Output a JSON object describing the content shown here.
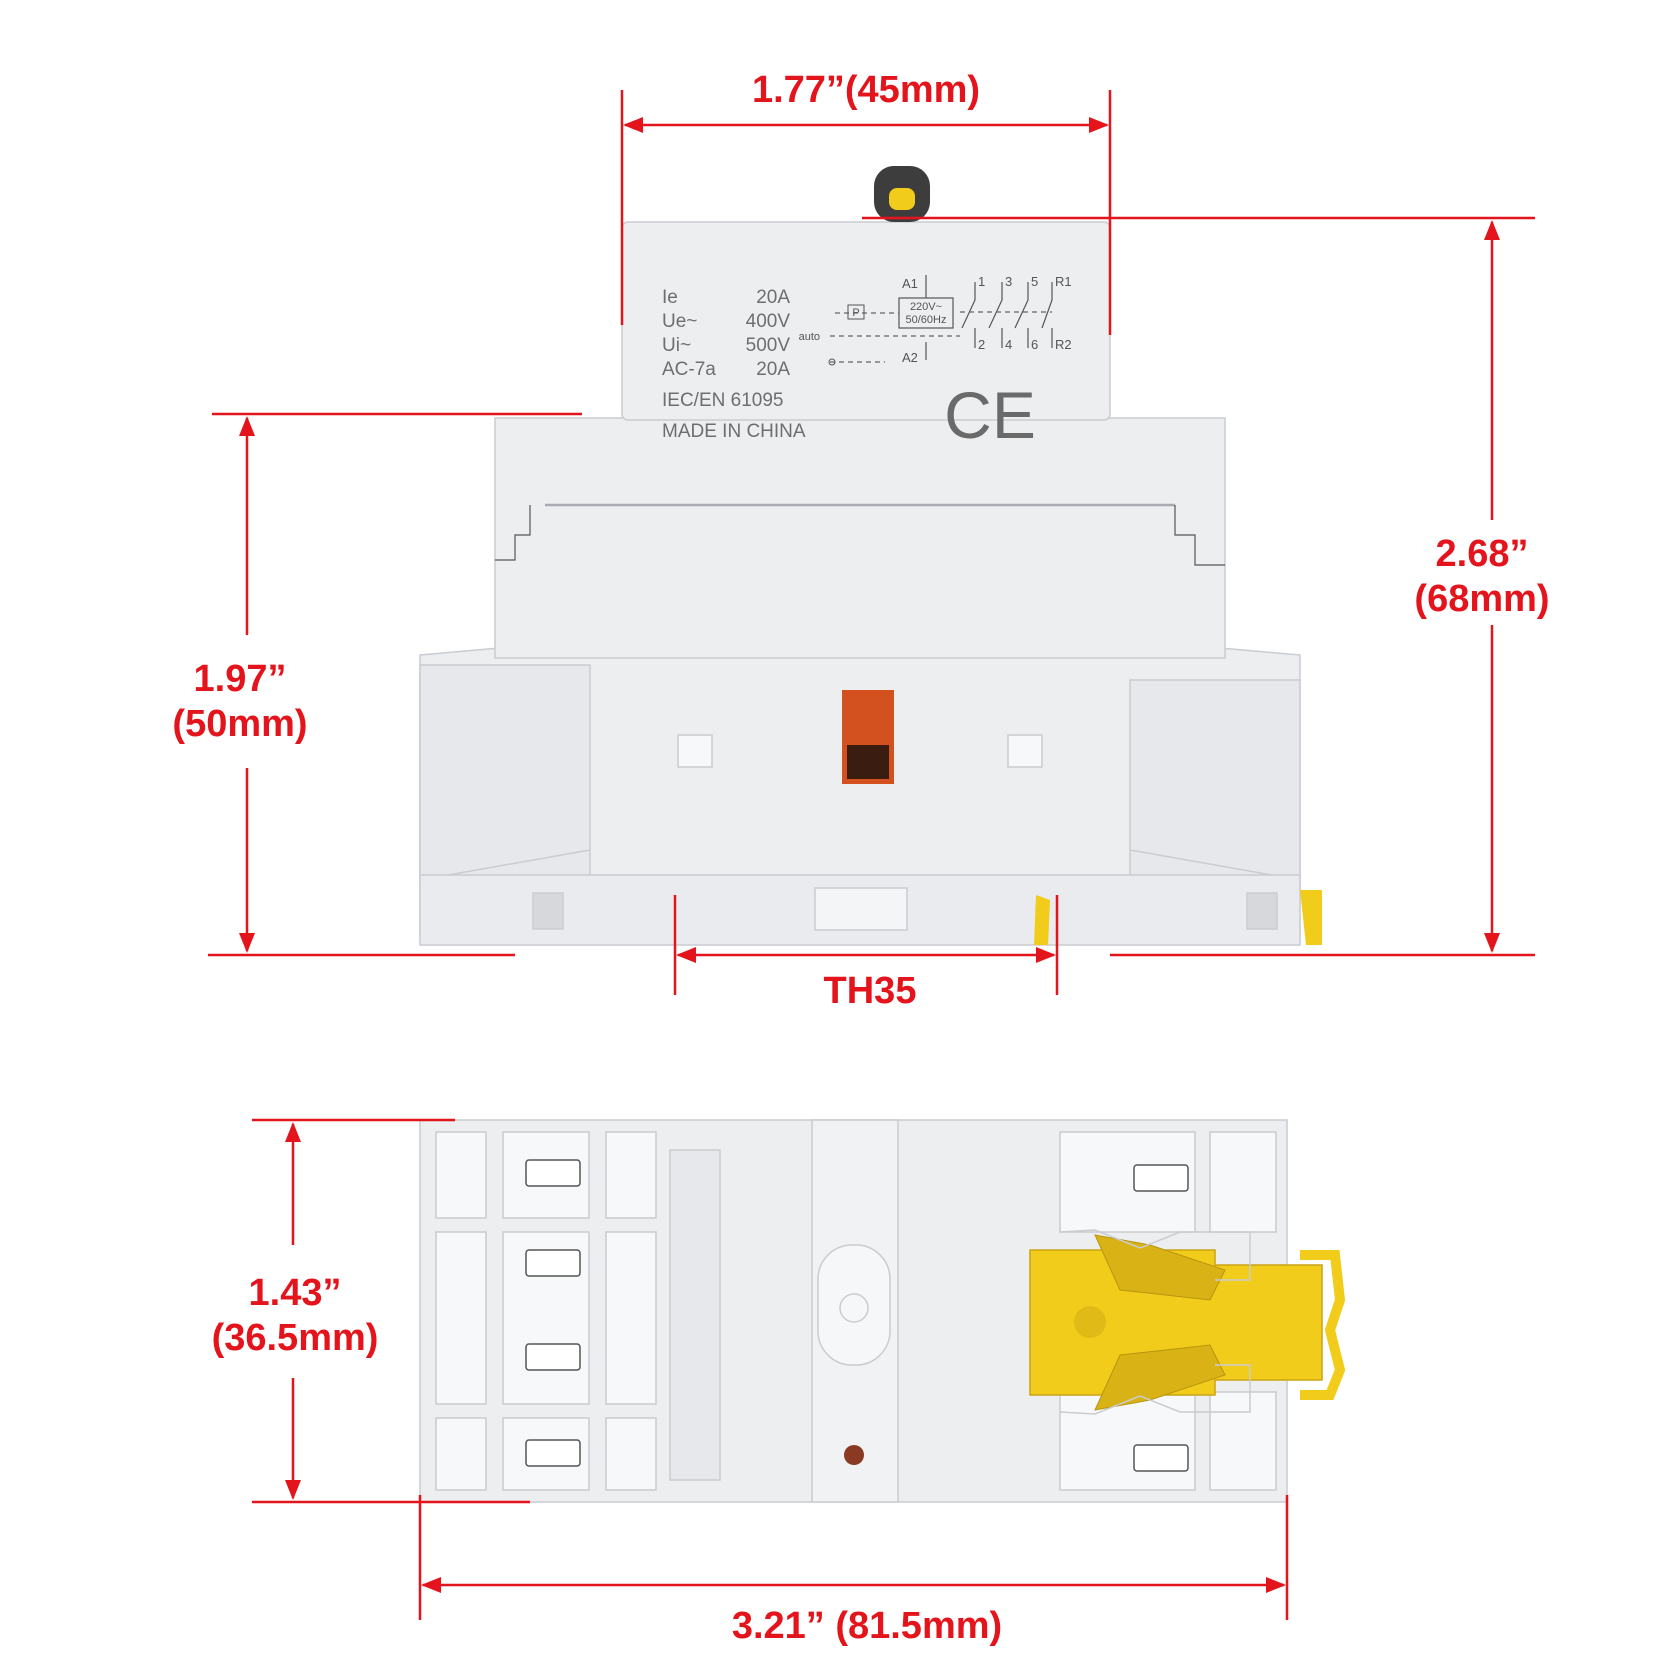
{
  "dimensions": {
    "width_top": "1.77”(45mm)",
    "height_total_in": "2.68”",
    "height_total_mm": "(68mm)",
    "height_body_in": "1.97”",
    "height_body_mm": "(50mm)",
    "rail": "TH35",
    "depth_in": "1.43”",
    "depth_mm": "(36.5mm)",
    "length": "3.21” (81.5mm)"
  },
  "specs": [
    {
      "label": "Ie",
      "value": "20A"
    },
    {
      "label": "Ue~",
      "value": "400V"
    },
    {
      "label": "Ui~",
      "value": "500V"
    },
    {
      "label": "AC-7a",
      "value": "20A"
    }
  ],
  "standard": "IEC/EN 61095",
  "origin": "MADE IN CHINA",
  "mark": "CE",
  "circuit": {
    "a1": "A1",
    "a2": "A2",
    "coil_voltage": "220V~",
    "coil_freq": "50/60Hz",
    "auto": "auto",
    "p": "P",
    "top_terminals": [
      "1",
      "3",
      "5",
      "R1"
    ],
    "bottom_terminals": [
      "2",
      "4",
      "6",
      "R2"
    ]
  },
  "colors": {
    "dimension": "#e3141b",
    "housing": "#eceef0",
    "latch": "#f2cc1a",
    "window": "#d2511e"
  }
}
